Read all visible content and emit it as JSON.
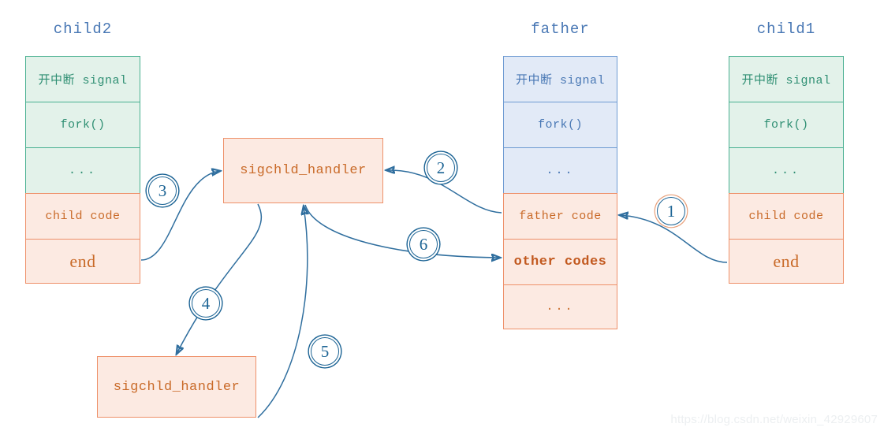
{
  "diagram": {
    "title_color": "#4877b4",
    "arrow_color": "#2f6e9e",
    "green": "#49b091",
    "blue": "#6e9bd2",
    "orange": "#ee9069"
  },
  "columns": [
    {
      "key": "child2",
      "title": "child2",
      "rows": [
        {
          "label": "开中断 signal",
          "style": "green"
        },
        {
          "label": "fork()",
          "style": "green"
        },
        {
          "label": "...",
          "style": "green"
        },
        {
          "label": "child code",
          "style": "orange"
        },
        {
          "label": "end",
          "style": "orange-big"
        }
      ]
    },
    {
      "key": "father",
      "title": "father",
      "rows": [
        {
          "label": "开中断 signal",
          "style": "blue"
        },
        {
          "label": "fork()",
          "style": "blue"
        },
        {
          "label": "...",
          "style": "blue"
        },
        {
          "label": "father code",
          "style": "orange"
        },
        {
          "label": "other codes",
          "style": "orange-bold"
        },
        {
          "label": "...",
          "style": "orange"
        }
      ]
    },
    {
      "key": "child1",
      "title": "child1",
      "rows": [
        {
          "label": "开中断 signal",
          "style": "green"
        },
        {
          "label": "fork()",
          "style": "green"
        },
        {
          "label": "...",
          "style": "green"
        },
        {
          "label": "child code",
          "style": "orange"
        },
        {
          "label": "end",
          "style": "orange-big"
        }
      ]
    }
  ],
  "handlers": [
    {
      "key": "handler-top",
      "label": "sigchld_handler"
    },
    {
      "key": "handler-bottom",
      "label": "sigchld_handler"
    }
  ],
  "markers": [
    {
      "key": "step-1",
      "label": "①",
      "glyph": "1"
    },
    {
      "key": "step-2",
      "label": "②",
      "glyph": "2"
    },
    {
      "key": "step-3",
      "label": "③",
      "glyph": "3"
    },
    {
      "key": "step-4",
      "label": "④",
      "glyph": "4"
    },
    {
      "key": "step-5",
      "label": "⑤",
      "glyph": "5"
    },
    {
      "key": "step-6",
      "label": "⑥",
      "glyph": "6"
    }
  ],
  "watermark": {
    "text": "https://blog.csdn.net/weixin_42929607"
  }
}
